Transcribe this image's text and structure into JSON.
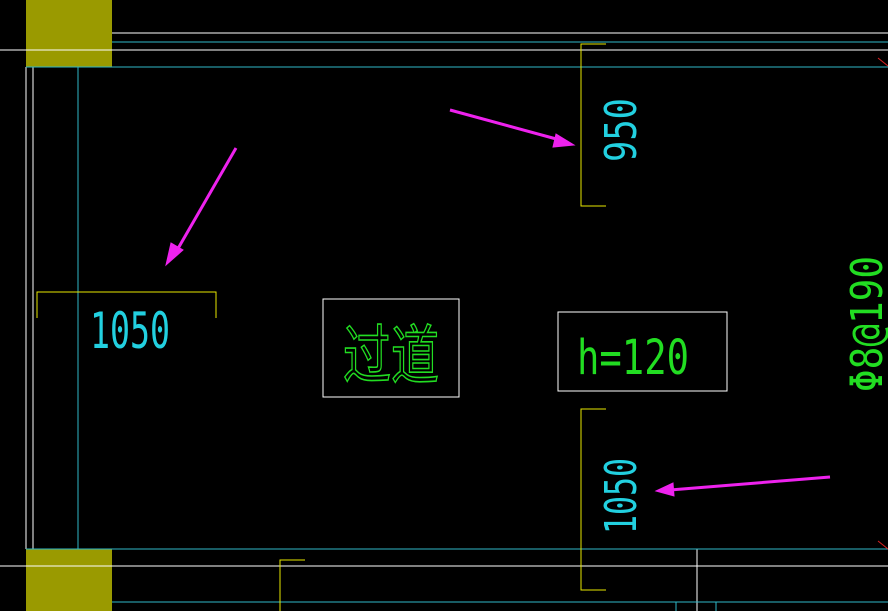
{
  "colors": {
    "background": "#000000",
    "wall_line": "#ffffff",
    "axis_line": "#2fb8c8",
    "column_fill": "#9a9a00",
    "dimension_line": "#e8e800",
    "dimension_text": "#22d0e0",
    "room_text": "#22dd22",
    "label_box": "#ffffff",
    "arrow": "#ee22ee",
    "corner_mark": "#dd2222"
  },
  "dimensions": {
    "left_width": "1050",
    "top_depth": "950",
    "bottom_depth": "1050"
  },
  "labels": {
    "room_name": "过道",
    "slab_thickness": "h=120",
    "rebar_spec": "Φ8@190"
  },
  "annotations": {
    "arrow_count": 3
  }
}
